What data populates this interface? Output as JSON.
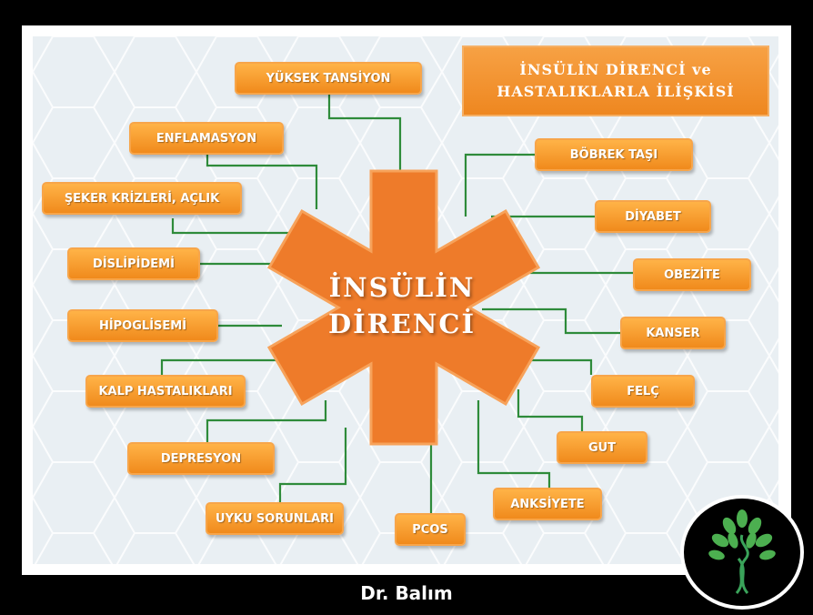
{
  "title_line1": "İNSÜLİN DİRENCİ ve",
  "title_line2": "HASTALIKLARLA İLİŞKİSİ",
  "center_line1": "İNSÜLİN",
  "center_line2": "DİRENCİ",
  "author": "Dr. Balım",
  "colors": {
    "box": "#f39a2e",
    "line": "#2e8b3a",
    "star": "#ee7b2a"
  },
  "nodes": {
    "yuksek_tansiyon": "YÜKSEK TANSİYON",
    "enflamasyon": "ENFLAMASYON",
    "seker_krizleri": "ŞEKER KRİZLERİ, AÇLIK",
    "dislipidemi": "DİSLİPİDEMİ",
    "hipoglisemi": "HİPOGLİSEMİ",
    "kalp": "KALP HASTALIKLARI",
    "depresyon": "DEPRESYON",
    "uyku": "UYKU SORUNLARI",
    "pcos": "PCOS",
    "anksiyete": "ANKSİYETE",
    "gut": "GUT",
    "felc": "FELÇ",
    "kanser": "KANSER",
    "obezite": "OBEZİTE",
    "diyabet": "DİYABET",
    "bobrek": "BÖBREK TAŞI"
  }
}
